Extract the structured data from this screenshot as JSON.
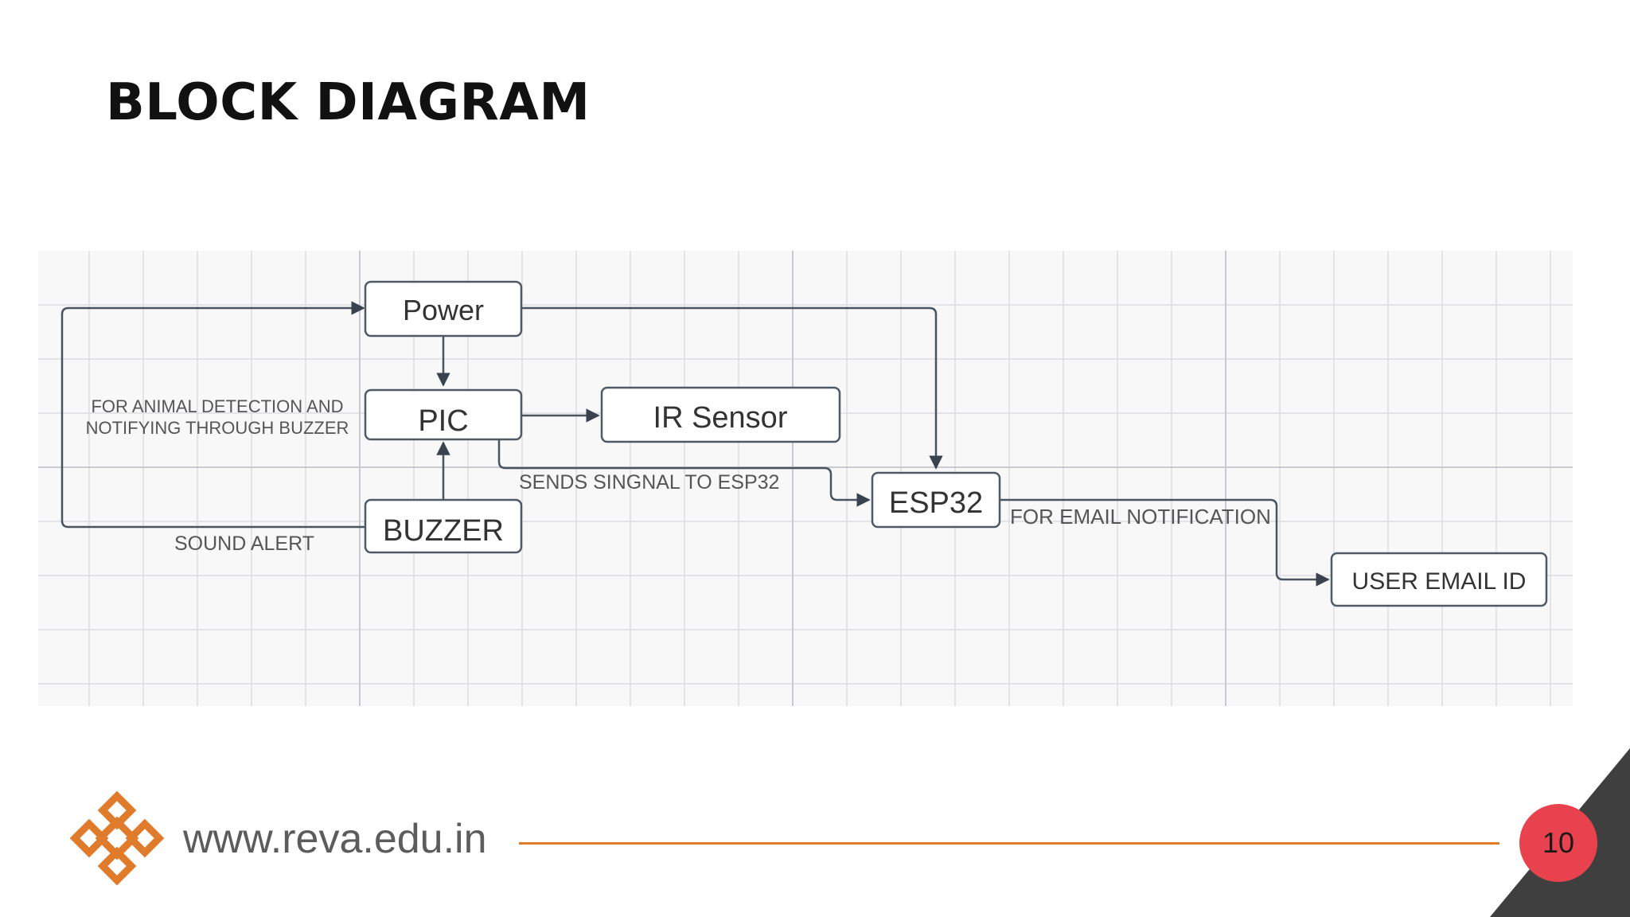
{
  "slide": {
    "title": "BLOCK DIAGRAM",
    "page_number": "10"
  },
  "footer": {
    "url": "www.reva.edu.in",
    "logo_icon": "reva-knot-logo-icon",
    "accent_color": "#e07b2b",
    "badge_color": "#e8424f"
  },
  "diagram": {
    "nodes": {
      "power": "Power",
      "pic": "PIC",
      "ir_sensor": "IR Sensor",
      "buzzer": "BUZZER",
      "esp32": "ESP32",
      "user_email": "USER EMAIL ID"
    },
    "labels": {
      "pic_note_line1": "FOR ANIMAL DETECTION AND",
      "pic_note_line2": "NOTIFYING THROUGH BUZZER",
      "sends_signal": "SENDS SINGNAL TO ESP32",
      "sound_alert": "SOUND ALERT",
      "email_notification": "FOR EMAIL NOTIFICATION"
    },
    "edges": [
      {
        "from": "power",
        "to": "pic"
      },
      {
        "from": "power",
        "to": "esp32"
      },
      {
        "from": "pic",
        "to": "ir_sensor"
      },
      {
        "from": "pic",
        "to": "esp32",
        "label": "SENDS SINGNAL TO ESP32"
      },
      {
        "from": "buzzer",
        "to": "pic"
      },
      {
        "from": "buzzer",
        "to": "power",
        "label": "SOUND ALERT"
      },
      {
        "from": "esp32",
        "to": "user_email",
        "label": "FOR EMAIL NOTIFICATION"
      }
    ]
  }
}
